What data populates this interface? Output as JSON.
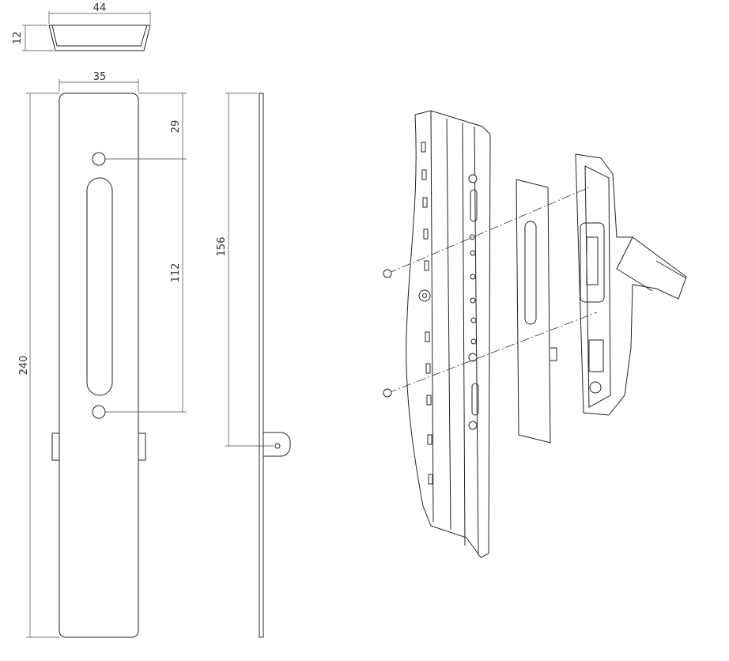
{
  "dimensions": {
    "profile_width": "44",
    "profile_height": "12",
    "plate_width": "35",
    "top_to_hole": "29",
    "hole_spacing": "112",
    "bracket_height": "156",
    "total_length": "240"
  }
}
